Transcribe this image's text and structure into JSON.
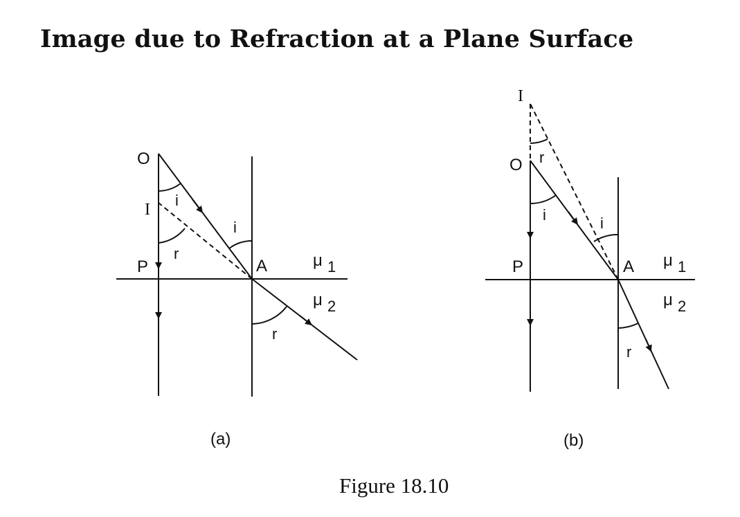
{
  "title": "Image due to Refraction at a Plane Surface",
  "caption": "Figure 18.10",
  "panels": [
    {
      "sublabel": "(a)",
      "points": {
        "O": "O",
        "I": "I",
        "P": "P",
        "A": "A"
      },
      "angles": {
        "i_top": "i",
        "r_left": "r",
        "i_normal": "i",
        "r_refracted": "r"
      },
      "media": {
        "mu1": "μ",
        "mu1_sub": "1",
        "mu2": "μ",
        "mu2_sub": "2"
      }
    },
    {
      "sublabel": "(b)",
      "points": {
        "O": "O",
        "I": "I",
        "P": "P",
        "A": "A"
      },
      "angles": {
        "r_top": "r",
        "i_left": "i",
        "i_normal": "i",
        "r_refracted": "r"
      },
      "media": {
        "mu1": "μ",
        "mu1_sub": "1",
        "mu2": "μ",
        "mu2_sub": "2"
      }
    }
  ]
}
